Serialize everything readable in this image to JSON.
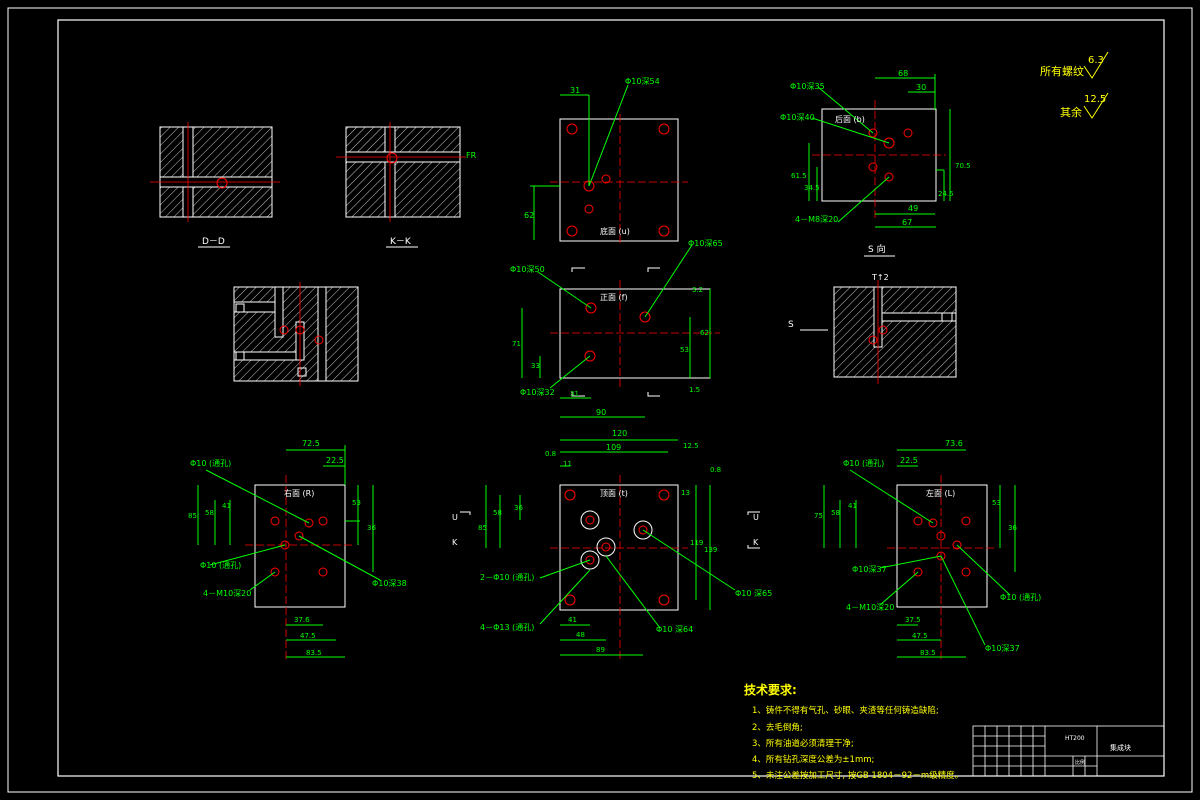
{
  "colors": {
    "background": "#000000",
    "outline": "#ffffff",
    "dimension": "#00ff00",
    "centerline": "#ff0000",
    "hatch": "#ffffff",
    "note_text": "#ffff00"
  },
  "roughness": {
    "all_threads_label": "所有螺纹",
    "all_threads_value": "6.3",
    "rest_label": "其余",
    "rest_value": "12.5"
  },
  "sections": {
    "d_d": "D－D",
    "k_k": "K－K",
    "s_view": "S 向",
    "t_label": "T↑2",
    "s_arrow": "S",
    "fr_label": "FR"
  },
  "views": {
    "bottom": {
      "label": "底面 (u)",
      "hole1": "Φ10深54",
      "d31": "31",
      "d62": "62"
    },
    "back": {
      "label": "后面 (b)",
      "hole1": "Φ10深35",
      "hole2": "Φ10深40",
      "thread": "4－M8深20",
      "d68": "68",
      "d30": "30",
      "d61": "61.5",
      "d34": "34.5",
      "d70": "70.5",
      "d24": "24.5",
      "d49": "49",
      "d67": "67"
    },
    "front": {
      "label": "正面 (f)",
      "hole1": "Φ10深50",
      "hole2": "Φ10深65",
      "hole3": "Φ10深32",
      "d71": "71",
      "d53": "53",
      "d62": "62",
      "d31": "31",
      "d90": "90",
      "d33": "33",
      "d2": "3.2",
      "d15": "1.5"
    },
    "right": {
      "label": "右面 (R)",
      "hole_a": "Φ10 (通孔)",
      "hole_b": "Φ10 (通孔)",
      "hole_c": "Φ10深38",
      "thread": "4－M10深20",
      "d72": "72.5",
      "d22": "22.5",
      "d85": "85",
      "d41": "41",
      "d58": "58",
      "d53": "53",
      "d36": "36",
      "d37": "37.6",
      "d47": "47.5",
      "d83": "83.5"
    },
    "top": {
      "label": "顶面 (t)",
      "d120": "120",
      "d109": "109",
      "d11": "11",
      "d08": "0.8",
      "d12": "12.5",
      "d85": "85",
      "d58": "58",
      "d36": "36",
      "d119": "119",
      "d139": "139",
      "d13": "13",
      "holes": "2－Φ10 (通孔)",
      "holes13": "4－Φ13 (通孔)",
      "hole64": "Φ10 深64",
      "hole65": "Φ10 深65",
      "d41": "41",
      "d48": "48",
      "d89": "89",
      "u": "U",
      "k": "K"
    },
    "left": {
      "label": "左面 (L)",
      "hole_a": "Φ10 (通孔)",
      "hole_b": "Φ10 (通孔)",
      "hole_c": "Φ10深37",
      "hole_d": "Φ10深37",
      "thread": "4－M10深20",
      "d73": "73.6",
      "d22": "22.5",
      "d75": "75",
      "d41": "41",
      "d58": "58",
      "d53": "53",
      "d36": "36",
      "d37": "37.5",
      "d47": "47.5",
      "d83": "83.5"
    }
  },
  "notes": {
    "title": "技术要求:",
    "items": [
      "1、铸件不得有气孔、砂眼、夹渣等任何铸造缺陷;",
      "2、去毛倒角;",
      "3、所有油道必须清理干净;",
      "4、所有钻孔深度公差为±1mm;",
      "5、未注公差按加工尺寸, 按GB 1804－92－m级精度。"
    ]
  },
  "title_block": {
    "part_name": "集成块",
    "scale_label": "比例",
    "material": "HT200"
  }
}
